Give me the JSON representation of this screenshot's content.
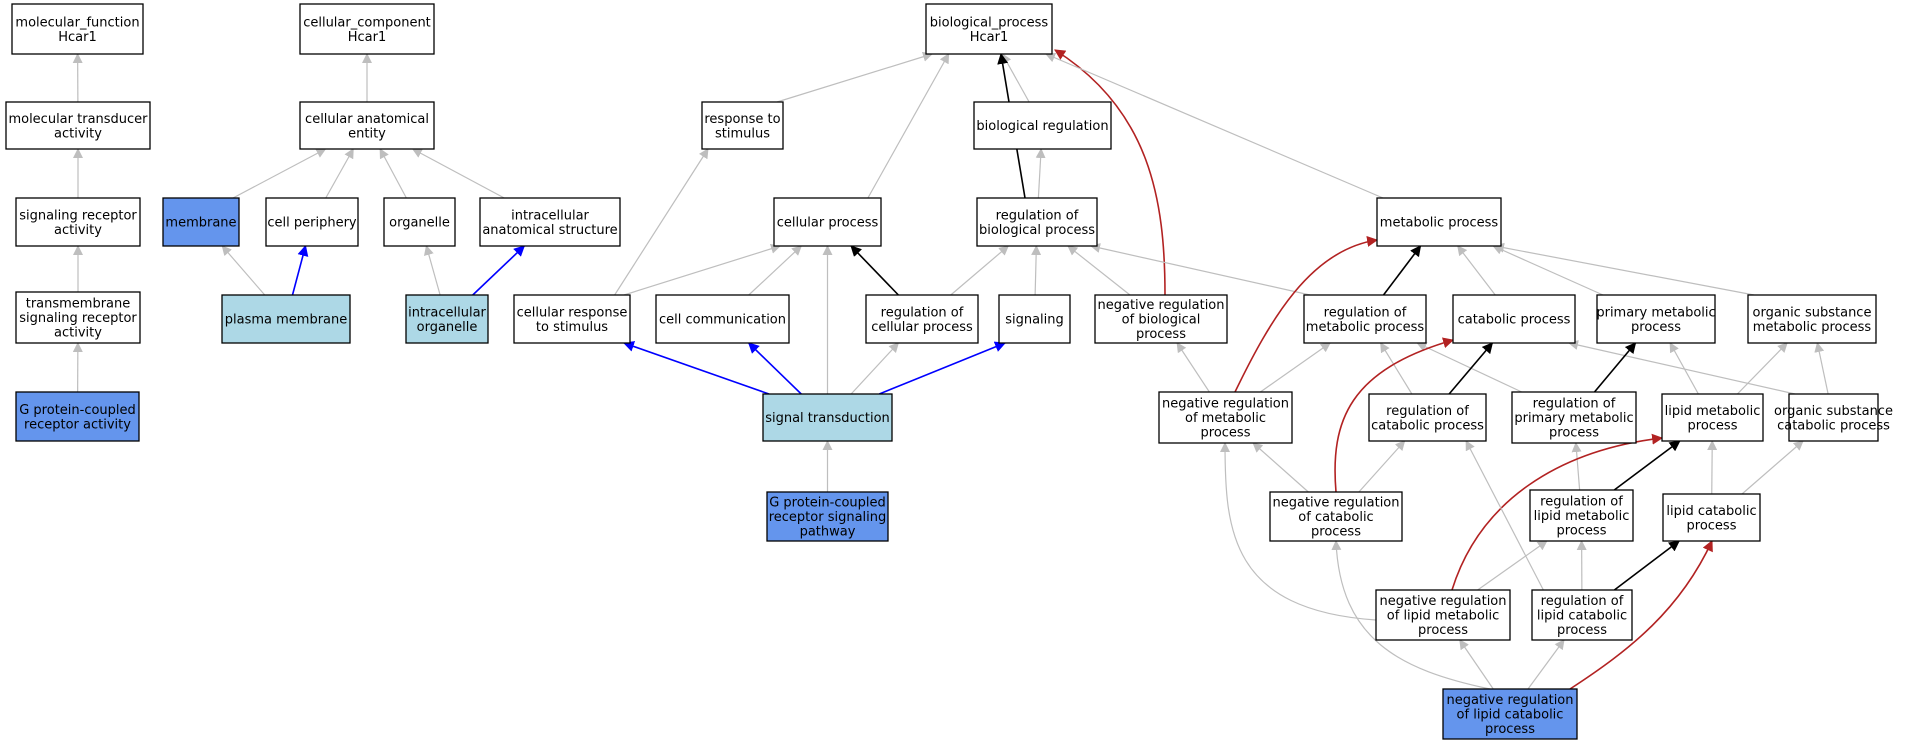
{
  "colors": {
    "default_fill": "#ffffff",
    "highlight_dark": "#6495ed",
    "highlight_light": "#add8e6",
    "edge_is_a": "#bebebe",
    "edge_part_of": "#000000",
    "edge_positive": "#0000ff",
    "edge_negative": "#b22222"
  },
  "nodes": [
    {
      "id": "mf",
      "label": [
        "molecular_function",
        "Hcar1"
      ],
      "fill": "default_fill"
    },
    {
      "id": "mta",
      "label": [
        "molecular transducer",
        "activity"
      ],
      "fill": "default_fill"
    },
    {
      "id": "sra",
      "label": [
        "signaling receptor",
        "activity"
      ],
      "fill": "default_fill"
    },
    {
      "id": "tsra",
      "label": [
        "transmembrane",
        "signaling receptor",
        "activity"
      ],
      "fill": "default_fill"
    },
    {
      "id": "gpcra",
      "label": [
        "G protein-coupled",
        "receptor activity"
      ],
      "fill": "highlight_dark"
    },
    {
      "id": "cc",
      "label": [
        "cellular_component",
        "Hcar1"
      ],
      "fill": "default_fill"
    },
    {
      "id": "cae",
      "label": [
        "cellular anatomical",
        "entity"
      ],
      "fill": "default_fill"
    },
    {
      "id": "mem",
      "label": [
        "membrane"
      ],
      "fill": "highlight_dark"
    },
    {
      "id": "cp",
      "label": [
        "cell periphery"
      ],
      "fill": "default_fill"
    },
    {
      "id": "org",
      "label": [
        "organelle"
      ],
      "fill": "default_fill"
    },
    {
      "id": "ias",
      "label": [
        "intracellular",
        "anatomical structure"
      ],
      "fill": "default_fill"
    },
    {
      "id": "pm",
      "label": [
        "plasma membrane"
      ],
      "fill": "highlight_light"
    },
    {
      "id": "io",
      "label": [
        "intracellular",
        "organelle"
      ],
      "fill": "highlight_light"
    },
    {
      "id": "bp",
      "label": [
        "biological_process",
        "Hcar1"
      ],
      "fill": "default_fill"
    },
    {
      "id": "rts",
      "label": [
        "response to",
        "stimulus"
      ],
      "fill": "default_fill"
    },
    {
      "id": "breg",
      "label": [
        "biological regulation"
      ],
      "fill": "default_fill"
    },
    {
      "id": "cellp",
      "label": [
        "cellular process"
      ],
      "fill": "default_fill"
    },
    {
      "id": "rbp",
      "label": [
        "regulation of",
        "biological process"
      ],
      "fill": "default_fill"
    },
    {
      "id": "metp",
      "label": [
        "metabolic process"
      ],
      "fill": "default_fill"
    },
    {
      "id": "crs",
      "label": [
        "cellular response",
        "to stimulus"
      ],
      "fill": "default_fill"
    },
    {
      "id": "ccom",
      "label": [
        "cell communication"
      ],
      "fill": "default_fill"
    },
    {
      "id": "rcp",
      "label": [
        "regulation of",
        "cellular process"
      ],
      "fill": "default_fill"
    },
    {
      "id": "sig",
      "label": [
        "signaling"
      ],
      "fill": "default_fill"
    },
    {
      "id": "nrbp",
      "label": [
        "negative regulation",
        "of biological",
        "process"
      ],
      "fill": "default_fill"
    },
    {
      "id": "rmp",
      "label": [
        "regulation of",
        "metabolic process"
      ],
      "fill": "default_fill"
    },
    {
      "id": "catp",
      "label": [
        "catabolic process"
      ],
      "fill": "default_fill"
    },
    {
      "id": "pmp",
      "label": [
        "primary metabolic",
        "process"
      ],
      "fill": "default_fill"
    },
    {
      "id": "osmp",
      "label": [
        "organic substance",
        "metabolic process"
      ],
      "fill": "default_fill"
    },
    {
      "id": "st",
      "label": [
        "signal transduction"
      ],
      "fill": "highlight_light"
    },
    {
      "id": "nrmp",
      "label": [
        "negative regulation",
        "of metabolic",
        "process"
      ],
      "fill": "default_fill"
    },
    {
      "id": "rcatp",
      "label": [
        "regulation of",
        "catabolic process"
      ],
      "fill": "default_fill"
    },
    {
      "id": "rpmp",
      "label": [
        "regulation of",
        "primary metabolic",
        "process"
      ],
      "fill": "default_fill"
    },
    {
      "id": "lmp",
      "label": [
        "lipid metabolic",
        "process"
      ],
      "fill": "default_fill"
    },
    {
      "id": "oscp",
      "label": [
        "organic substance",
        "catabolic process"
      ],
      "fill": "default_fill"
    },
    {
      "id": "gpcrsp",
      "label": [
        "G protein-coupled",
        "receptor signaling",
        "pathway"
      ],
      "fill": "highlight_dark"
    },
    {
      "id": "nrcatp",
      "label": [
        "negative regulation",
        "of catabolic",
        "process"
      ],
      "fill": "default_fill"
    },
    {
      "id": "rlmp",
      "label": [
        "regulation of",
        "lipid metabolic",
        "process"
      ],
      "fill": "default_fill"
    },
    {
      "id": "lcp",
      "label": [
        "lipid catabolic",
        "process"
      ],
      "fill": "default_fill"
    },
    {
      "id": "nrlmp",
      "label": [
        "negative regulation",
        "of lipid metabolic",
        "process"
      ],
      "fill": "default_fill"
    },
    {
      "id": "rlcp",
      "label": [
        "regulation of",
        "lipid catabolic",
        "process"
      ],
      "fill": "default_fill"
    },
    {
      "id": "nrlcp",
      "label": [
        "negative regulation",
        "of lipid catabolic",
        "process"
      ],
      "fill": "highlight_dark"
    }
  ],
  "edges": [
    {
      "from": "mta",
      "to": "mf",
      "type": "is_a"
    },
    {
      "from": "sra",
      "to": "mta",
      "type": "is_a"
    },
    {
      "from": "tsra",
      "to": "sra",
      "type": "is_a"
    },
    {
      "from": "gpcra",
      "to": "tsra",
      "type": "is_a"
    },
    {
      "from": "cae",
      "to": "cc",
      "type": "is_a"
    },
    {
      "from": "mem",
      "to": "cae",
      "type": "is_a"
    },
    {
      "from": "cp",
      "to": "cae",
      "type": "is_a"
    },
    {
      "from": "org",
      "to": "cae",
      "type": "is_a"
    },
    {
      "from": "ias",
      "to": "cae",
      "type": "is_a"
    },
    {
      "from": "pm",
      "to": "mem",
      "type": "is_a"
    },
    {
      "from": "pm",
      "to": "cp",
      "type": "positive"
    },
    {
      "from": "io",
      "to": "org",
      "type": "is_a"
    },
    {
      "from": "io",
      "to": "ias",
      "type": "positive"
    },
    {
      "from": "rts",
      "to": "bp",
      "type": "is_a"
    },
    {
      "from": "cellp",
      "to": "bp",
      "type": "is_a"
    },
    {
      "from": "breg",
      "to": "bp",
      "type": "is_a"
    },
    {
      "from": "rbp",
      "to": "bp",
      "type": "part_of"
    },
    {
      "from": "nrbp",
      "to": "bp",
      "type": "negative"
    },
    {
      "from": "metp",
      "to": "bp",
      "type": "is_a"
    },
    {
      "from": "rbp",
      "to": "breg",
      "type": "is_a"
    },
    {
      "from": "crs",
      "to": "rts",
      "type": "is_a"
    },
    {
      "from": "crs",
      "to": "cellp",
      "type": "is_a"
    },
    {
      "from": "ccom",
      "to": "cellp",
      "type": "is_a"
    },
    {
      "from": "st",
      "to": "cellp",
      "type": "is_a"
    },
    {
      "from": "rcp",
      "to": "cellp",
      "type": "part_of"
    },
    {
      "from": "rcp",
      "to": "rbp",
      "type": "is_a"
    },
    {
      "from": "sig",
      "to": "rbp",
      "type": "is_a"
    },
    {
      "from": "nrbp",
      "to": "rbp",
      "type": "is_a"
    },
    {
      "from": "rmp",
      "to": "rbp",
      "type": "is_a"
    },
    {
      "from": "st",
      "to": "crs",
      "type": "positive"
    },
    {
      "from": "st",
      "to": "ccom",
      "type": "positive"
    },
    {
      "from": "st",
      "to": "rcp",
      "type": "is_a"
    },
    {
      "from": "st",
      "to": "sig",
      "type": "positive"
    },
    {
      "from": "gpcrsp",
      "to": "st",
      "type": "is_a"
    },
    {
      "from": "nrmp",
      "to": "metp",
      "type": "negative"
    },
    {
      "from": "rmp",
      "to": "metp",
      "type": "part_of"
    },
    {
      "from": "catp",
      "to": "metp",
      "type": "is_a"
    },
    {
      "from": "pmp",
      "to": "metp",
      "type": "is_a"
    },
    {
      "from": "osmp",
      "to": "metp",
      "type": "is_a"
    },
    {
      "from": "nrmp",
      "to": "nrbp",
      "type": "is_a"
    },
    {
      "from": "nrmp",
      "to": "rmp",
      "type": "is_a"
    },
    {
      "from": "rcatp",
      "to": "rmp",
      "type": "is_a"
    },
    {
      "from": "rpmp",
      "to": "rmp",
      "type": "is_a"
    },
    {
      "from": "rcatp",
      "to": "catp",
      "type": "part_of"
    },
    {
      "from": "nrcatp",
      "to": "catp",
      "type": "negative"
    },
    {
      "from": "oscp",
      "to": "catp",
      "type": "is_a"
    },
    {
      "from": "rpmp",
      "to": "pmp",
      "type": "part_of"
    },
    {
      "from": "lmp",
      "to": "pmp",
      "type": "is_a"
    },
    {
      "from": "lmp",
      "to": "osmp",
      "type": "is_a"
    },
    {
      "from": "oscp",
      "to": "osmp",
      "type": "is_a"
    },
    {
      "from": "nrcatp",
      "to": "nrmp",
      "type": "is_a"
    },
    {
      "from": "nrcatp",
      "to": "rcatp",
      "type": "is_a"
    },
    {
      "from": "rlmp",
      "to": "rpmp",
      "type": "is_a"
    },
    {
      "from": "rlmp",
      "to": "lmp",
      "type": "part_of"
    },
    {
      "from": "nrlmp",
      "to": "lmp",
      "type": "negative"
    },
    {
      "from": "lcp",
      "to": "lmp",
      "type": "is_a"
    },
    {
      "from": "lcp",
      "to": "oscp",
      "type": "is_a"
    },
    {
      "from": "nrlmp",
      "to": "nrmp",
      "type": "is_a"
    },
    {
      "from": "nrlmp",
      "to": "rlmp",
      "type": "is_a"
    },
    {
      "from": "rlcp",
      "to": "rcatp",
      "type": "is_a"
    },
    {
      "from": "rlcp",
      "to": "rlmp",
      "type": "is_a"
    },
    {
      "from": "rlcp",
      "to": "lcp",
      "type": "part_of"
    },
    {
      "from": "nrlcp",
      "to": "nrcatp",
      "type": "is_a"
    },
    {
      "from": "nrlcp",
      "to": "nrlmp",
      "type": "is_a"
    },
    {
      "from": "nrlcp",
      "to": "rlcp",
      "type": "is_a"
    },
    {
      "from": "nrlcp",
      "to": "lcp",
      "type": "negative"
    }
  ]
}
